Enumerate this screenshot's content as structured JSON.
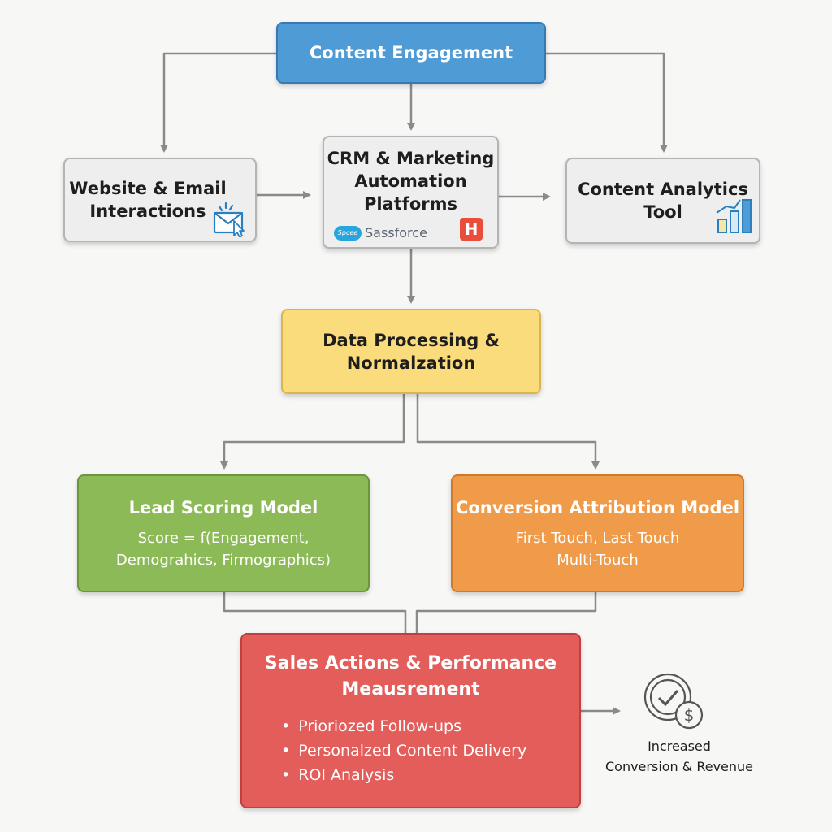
{
  "nodes": {
    "engagement": {
      "title": "Content Engagement"
    },
    "web": {
      "line1": "Website & Email",
      "line2": "Interactions",
      "icon": "email-click-icon"
    },
    "crm": {
      "line1": "CRM & Marketing",
      "line2": "Automation",
      "line3": "Platforms",
      "logo_left_text": "Sassforce",
      "logo_left_cloud": "Spcee",
      "logo_right_text": "H"
    },
    "analytics": {
      "line1": "Content Analytics",
      "line2": "Tool",
      "icon": "bar-chart-icon"
    },
    "processing": {
      "line1": "Data Processing &",
      "line2": "Normalzation"
    },
    "lead": {
      "title": "Lead Scoring Model",
      "sub1": "Score = f(Engagement,",
      "sub2": "Demograhics, Firmographics)"
    },
    "conv": {
      "title": "Conversion Attribution Model",
      "sub1": "First Touch, Last Touch",
      "sub2": "Multi-Touch"
    },
    "sales": {
      "line1": "Sales Actions & Performance",
      "line2": "Meausrement",
      "bullets": [
        "Prioriozed Follow-ups",
        "Personalzed Content Delivery",
        "ROI Analysis"
      ]
    },
    "outcome": {
      "line1": "Increased",
      "line2": "Conversion & Revenue",
      "icon": "check-dollar-icon"
    }
  },
  "colors": {
    "connector": "#8a8a8a",
    "engagement": "#4f9bd6",
    "neutral": "#eeeeee",
    "processing": "#fbdc7d",
    "lead": "#8cba57",
    "conv": "#ef9b49",
    "sales": "#e35d5a"
  }
}
